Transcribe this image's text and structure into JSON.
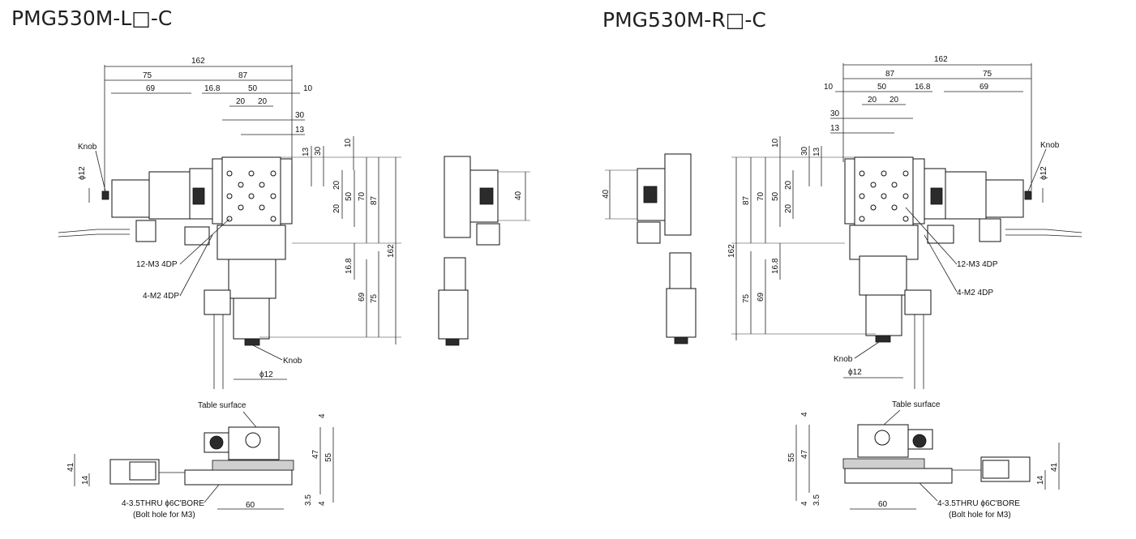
{
  "titles": {
    "left": "PMG530M-L□-C",
    "right": "PMG530M-R□-C"
  },
  "labels": {
    "knob": "Knob",
    "phi12": "ϕ12",
    "m3": "12-M3 4DP",
    "m2": "4-M2 4DP",
    "table_surface": "Table surface",
    "thru_bore": "4-3.5THRU ϕ6C'BORE",
    "bolt_hole": "(Bolt hole for M3)"
  },
  "dims": {
    "d162": "162",
    "d87": "87",
    "d75": "75",
    "d69": "69",
    "d50": "50",
    "d20": "20",
    "d10": "10",
    "d16_8": "16.8",
    "d30": "30",
    "d13": "13",
    "d70": "70",
    "d40": "40",
    "d60": "60",
    "d55": "55",
    "d47": "47",
    "d41": "41",
    "d14": "14",
    "d4": "4",
    "d3_5": "3.5",
    "d12": "12"
  }
}
